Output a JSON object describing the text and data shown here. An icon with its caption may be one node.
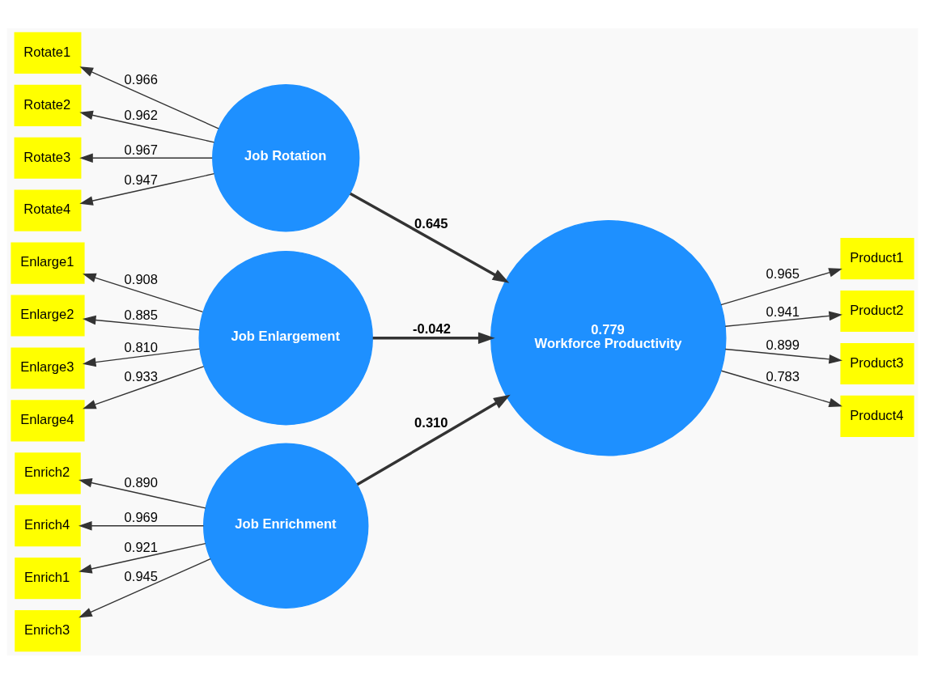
{
  "diagram": {
    "nodes": [
      {
        "text": [
          "Enrich2"
        ]
      },
      {
        "text": [
          "Enrich3"
        ]
      },
      {
        "text": [
          "Enrich4"
        ]
      },
      {
        "text": [
          "Enrich1"
        ]
      },
      {
        "text": [
          "Job Enrichment"
        ]
      },
      {
        "text": [
          "Rotate1"
        ]
      },
      {
        "text": [
          "Rotate2"
        ]
      },
      {
        "text": [
          "Rotate3"
        ]
      },
      {
        "text": [
          "Rotate4"
        ]
      },
      {
        "text": [
          "Job Rotation"
        ]
      },
      {
        "text": [
          "0.779",
          "Workforce Productivity"
        ]
      },
      {
        "text": [
          "Product1"
        ]
      },
      {
        "text": [
          "Product2"
        ]
      },
      {
        "text": [
          "Product3"
        ]
      },
      {
        "text": [
          "Product4"
        ]
      },
      {
        "text": [
          "Enlarge1"
        ]
      },
      {
        "text": [
          "Enlarge2"
        ]
      },
      {
        "text": [
          "Enlarge3"
        ]
      },
      {
        "text": [
          "Enlarge4"
        ]
      },
      {
        "text": [
          "Job Enlargement"
        ]
      }
    ],
    "edges": [
      {
        "from": 4,
        "to": 0,
        "arrow": "to",
        "label": "0.890"
      },
      {
        "from": 4,
        "to": 1,
        "arrow": "to",
        "label": "0.945"
      },
      {
        "from": 4,
        "to": 2,
        "arrow": "to",
        "label": "0.969"
      },
      {
        "from": 4,
        "to": 3,
        "arrow": "to",
        "label": "0.921"
      },
      {
        "from": 9,
        "to": 5,
        "arrow": "to",
        "label": "0.966"
      },
      {
        "from": 9,
        "to": 6,
        "arrow": "to",
        "label": "0.962"
      },
      {
        "from": 9,
        "to": 7,
        "arrow": "to",
        "label": "0.967"
      },
      {
        "from": 9,
        "to": 8,
        "arrow": "to",
        "label": "0.947"
      },
      {
        "from": 4,
        "to": 10,
        "arrow": "to",
        "label": "0.310",
        "style": "thick"
      },
      {
        "from": 9,
        "to": 10,
        "arrow": "to",
        "label": "0.645",
        "style": "thick"
      },
      {
        "from": 19,
        "to": 10,
        "arrow": "to",
        "label": "-0.042",
        "style": "thick"
      },
      {
        "from": 10,
        "to": 11,
        "arrow": "to",
        "label": "0.965"
      },
      {
        "from": 10,
        "to": 12,
        "arrow": "to",
        "label": "0.941"
      },
      {
        "from": 10,
        "to": 13,
        "arrow": "to",
        "label": "0.899"
      },
      {
        "from": 10,
        "to": 14,
        "arrow": "to",
        "label": "0.783"
      },
      {
        "from": 19,
        "to": 15,
        "arrow": "to",
        "label": "0.908"
      },
      {
        "from": 19,
        "to": 16,
        "arrow": "to",
        "label": "0.885"
      },
      {
        "from": 19,
        "to": 17,
        "arrow": "to",
        "label": "0.810"
      },
      {
        "from": 19,
        "to": 18,
        "arrow": "to",
        "label": "0.933"
      }
    ]
  }
}
